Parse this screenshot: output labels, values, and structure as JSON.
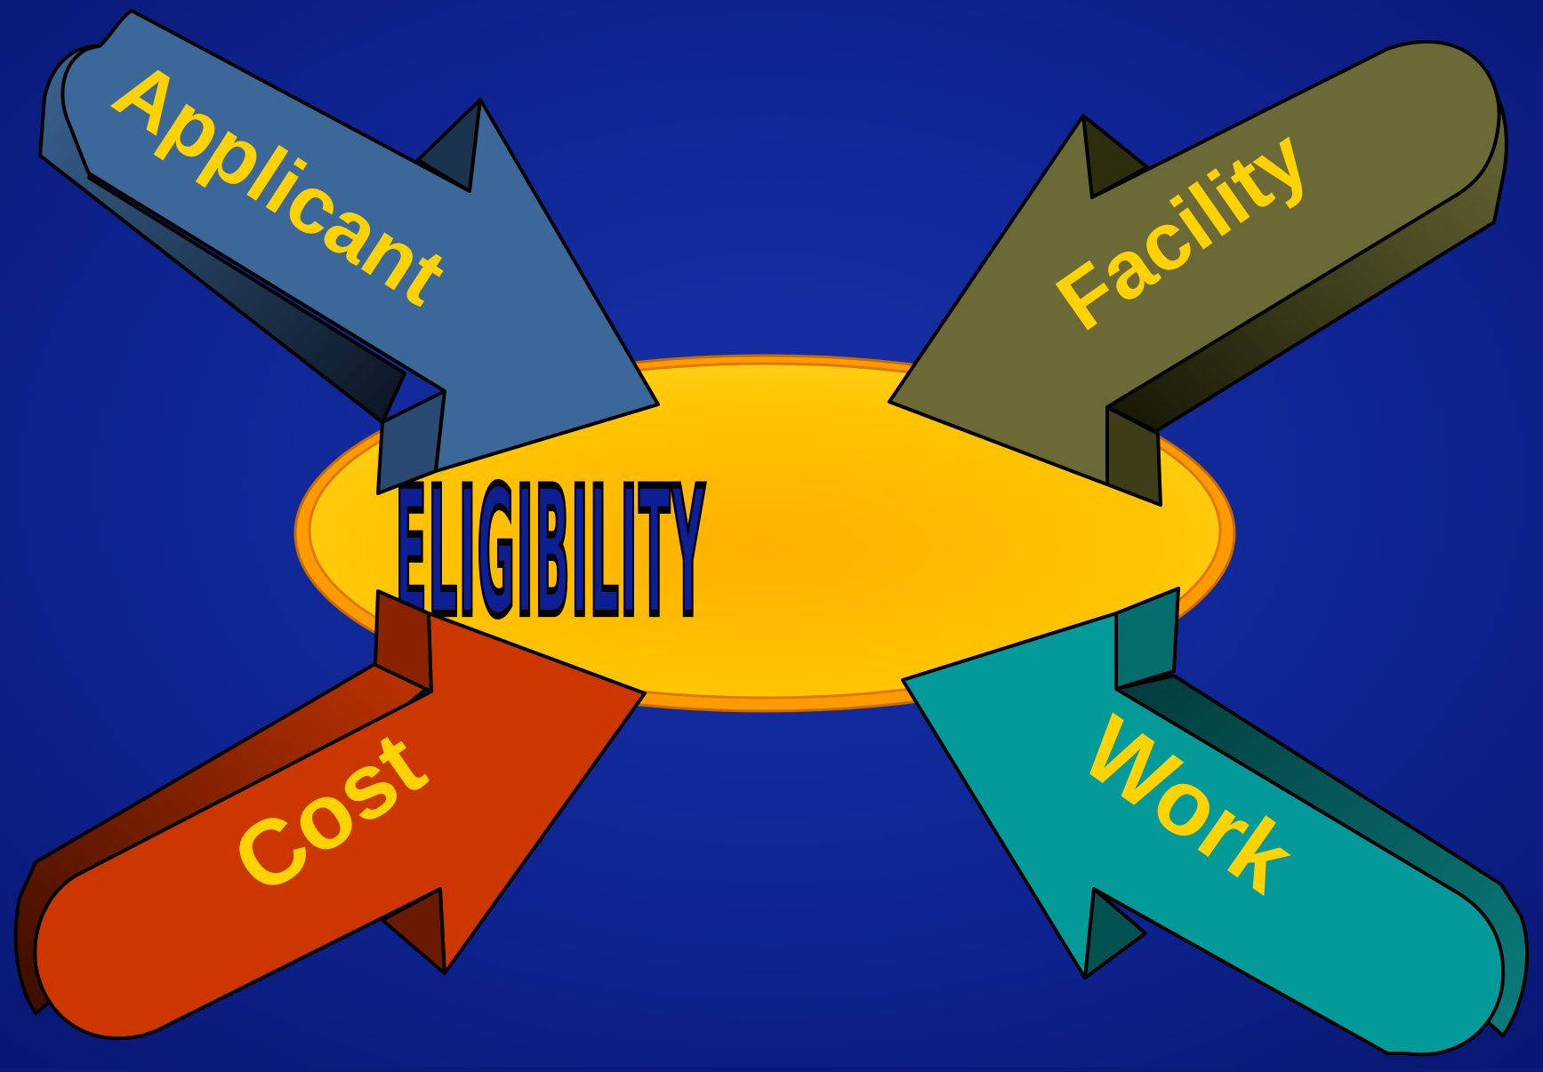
{
  "diagram": {
    "center": {
      "title": "ELIGIBILITY",
      "fill_color": "#ffc000",
      "rim_color": "#ff9a00",
      "text_color": "#0e1f94"
    },
    "arrows": [
      {
        "label": "Applicant",
        "direction": "toward center from top-left",
        "color": "#3b6898"
      },
      {
        "label": "Facility",
        "direction": "toward center from top-right",
        "color": "#6b6a36"
      },
      {
        "label": "Cost",
        "direction": "toward center from bottom-left",
        "color": "#cc3700"
      },
      {
        "label": "Work",
        "direction": "toward center from bottom-right",
        "color": "#049a9a"
      }
    ],
    "background_color": "#0a1a7a",
    "label_color": "#ffd200"
  }
}
